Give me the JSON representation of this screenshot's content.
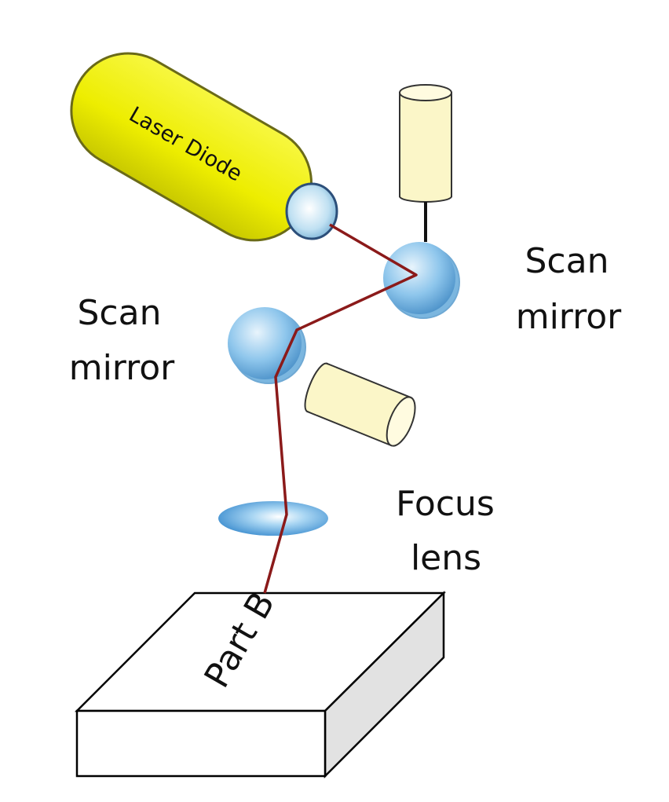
{
  "labels": {
    "laser_diode": "Laser Diode",
    "scan_mirror_right_line1": "Scan",
    "scan_mirror_right_line2": "mirror",
    "scan_mirror_left_line1": "Scan",
    "scan_mirror_left_line2": "mirror",
    "focus_lens_line1": "Focus",
    "focus_lens_line2": "lens",
    "part": "Part B"
  },
  "colors": {
    "laser_body": "#f2f200",
    "laser_outline": "#5a5a10",
    "mirror_blue": "#8ec6ec",
    "motor_body": "#fbf6c8",
    "beam": "#8b1a1a",
    "part_front": "#ffffff",
    "part_side": "#e2e2e2"
  }
}
